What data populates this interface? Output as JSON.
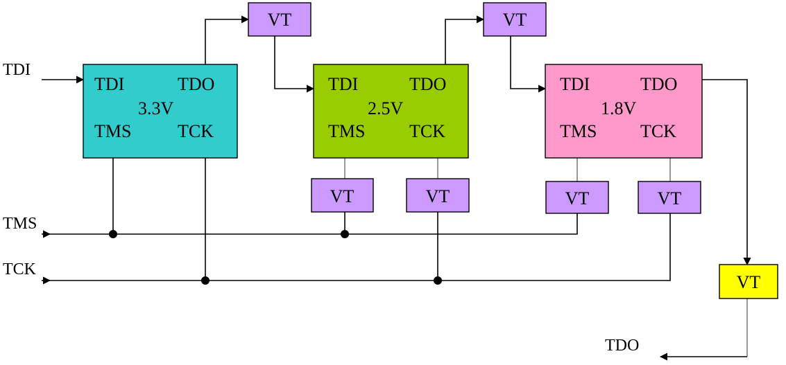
{
  "colors": {
    "chip_3v3": "#33CCCC",
    "chip_2v5": "#99CC00",
    "chip_1v8": "#FF99CC",
    "translator": "#CC99FF",
    "output_translator": "#FFFF00",
    "wire": "#000000"
  },
  "external": {
    "tdi_in": "TDI",
    "tms_in": "TMS",
    "tck_in": "TCK",
    "tdo_out": "TDO"
  },
  "chips": [
    {
      "tdi": "TDI",
      "tdo": "TDO",
      "voltage": "3.3V",
      "tms": "TMS",
      "tck": "TCK"
    },
    {
      "tdi": "TDI",
      "tdo": "TDO",
      "voltage": "2.5V",
      "tms": "TMS",
      "tck": "TCK"
    },
    {
      "tdi": "TDI",
      "tdo": "TDO",
      "voltage": "1.8V",
      "tms": "TMS",
      "tck": "TCK"
    }
  ],
  "translators": {
    "tdo_1_to_2": "VT",
    "tdo_2_to_3": "VT",
    "chip2_tms": "VT",
    "chip2_tck": "VT",
    "chip3_tms": "VT",
    "chip3_tck": "VT",
    "tdo_output": "VT"
  }
}
